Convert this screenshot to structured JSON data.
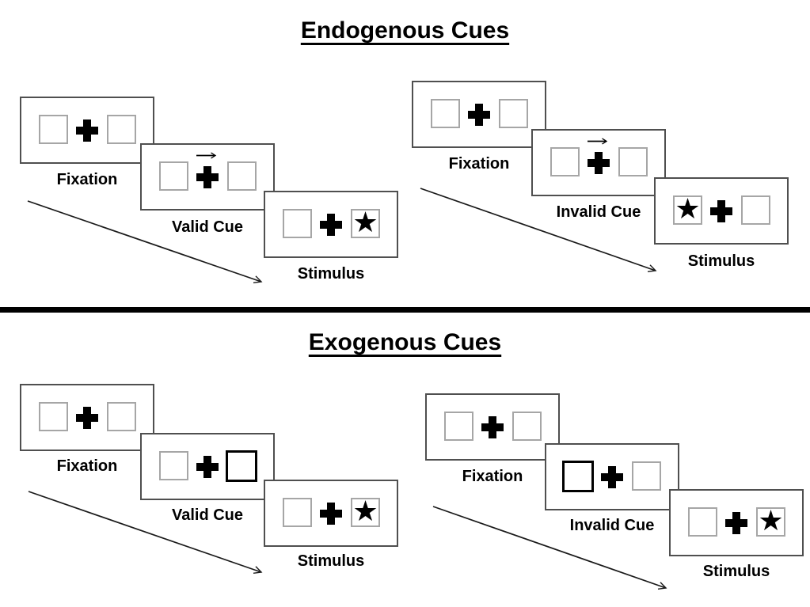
{
  "sections": [
    {
      "title": "Endogenous Cues",
      "cue_style": "central-arrow",
      "groups": [
        {
          "name": "valid-trial",
          "trials": [
            {
              "label": "Fixation",
              "cue": "none",
              "star_side": "none"
            },
            {
              "label": "Valid Cue",
              "cue": "arrow-right",
              "star_side": "none"
            },
            {
              "label": "Stimulus",
              "cue": "none",
              "star_side": "right"
            }
          ]
        },
        {
          "name": "invalid-trial",
          "trials": [
            {
              "label": "Fixation",
              "cue": "none",
              "star_side": "none"
            },
            {
              "label": "Invalid Cue",
              "cue": "arrow-right",
              "star_side": "none"
            },
            {
              "label": "Stimulus",
              "cue": "none",
              "star_side": "left"
            }
          ]
        }
      ]
    },
    {
      "title": "Exogenous Cues",
      "cue_style": "peripheral-thick-box",
      "groups": [
        {
          "name": "valid-trial",
          "trials": [
            {
              "label": "Fixation",
              "cue": "none",
              "star_side": "none"
            },
            {
              "label": "Valid Cue",
              "cue": "thick-box-right",
              "star_side": "none"
            },
            {
              "label": "Stimulus",
              "cue": "none",
              "star_side": "right"
            }
          ]
        },
        {
          "name": "invalid-trial",
          "trials": [
            {
              "label": "Fixation",
              "cue": "none",
              "star_side": "none"
            },
            {
              "label": "Invalid Cue",
              "cue": "thick-box-left",
              "star_side": "none"
            },
            {
              "label": "Stimulus",
              "cue": "none",
              "star_side": "right"
            }
          ]
        }
      ]
    }
  ],
  "glyphs": {
    "star": "★"
  },
  "colors": {
    "background": "#ffffff",
    "ink": "#000000",
    "panel_border": "#4f4f4f",
    "box_border": "#a6a6a6",
    "cue_box_border": "#000000"
  }
}
